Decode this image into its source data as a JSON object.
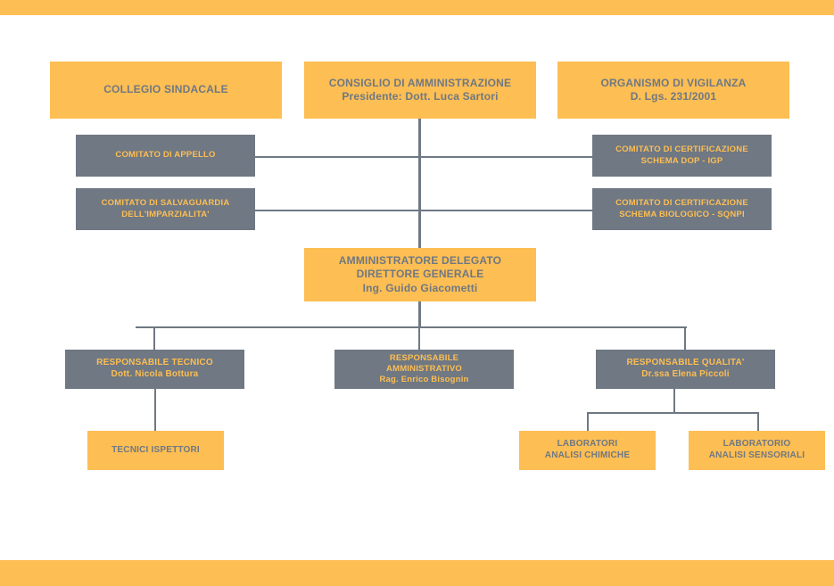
{
  "page": {
    "title": "Organigramma",
    "background_color": "#ffffff",
    "accent_orange": "#fdbe53",
    "accent_gray": "#6f7883"
  },
  "decor": {
    "top_bar_color": "#fdbe53",
    "bottom_bar_color": "#fdbe53"
  },
  "nodes": {
    "collegio_sindacale": {
      "line1": "COLLEGIO SINDACALE",
      "line2": "",
      "line3": ""
    },
    "consiglio_amministrazione": {
      "line1": "CONSIGLIO DI AMMINISTRAZIONE",
      "line2": "Presidente: Dott. Luca Sartori",
      "line3": ""
    },
    "organismo_vigilanza": {
      "line1": "ORGANISMO DI VIGILANZA",
      "line2": "D. Lgs. 231/2001",
      "line3": ""
    },
    "comitato_appello": {
      "line1": "COMITATO DI APPELLO",
      "line2": "",
      "line3": ""
    },
    "comitato_salvaguardia": {
      "line1": "COMITATO DI SALVAGUARDIA",
      "line2": "DELL'IMPARZIALITA'",
      "line3": ""
    },
    "comitato_cert_dop_igp": {
      "line1": "COMITATO DI CERTIFICAZIONE",
      "line2": "SCHEMA DOP - IGP",
      "line3": ""
    },
    "comitato_cert_bio_sqnpi": {
      "line1": "COMITATO DI CERTIFICAZIONE",
      "line2": "SCHEMA BIOLOGICO - SQNPI",
      "line3": ""
    },
    "amministratore_delegato": {
      "line1": "AMMINISTRATORE DELEGATO",
      "line2": "DIRETTORE GENERALE",
      "line3": "Ing. Guido Giacometti"
    },
    "responsabile_tecnico": {
      "line1": "RESPONSABILE TECNICO",
      "line2": "Dott. Nicola Bottura",
      "line3": ""
    },
    "responsabile_amministrativo": {
      "line1": "RESPONSABILE",
      "line2": "AMMINISTRATIVO",
      "line3": "Rag. Enrico Bisognin"
    },
    "responsabile_qualita": {
      "line1": "RESPONSABILE QUALITA'",
      "line2": "Dr.ssa Elena Piccoli",
      "line3": ""
    },
    "tecnici_ispettori": {
      "line1": "TECNICI ISPETTORI",
      "line2": "",
      "line3": ""
    },
    "laboratori_analisi_chimiche": {
      "line1": "LABORATORI",
      "line2": "ANALISI CHIMICHE",
      "line3": ""
    },
    "laboratorio_analisi_sensoriali": {
      "line1": "LABORATORIO",
      "line2": "ANALISI SENSORIALI",
      "line3": ""
    }
  }
}
